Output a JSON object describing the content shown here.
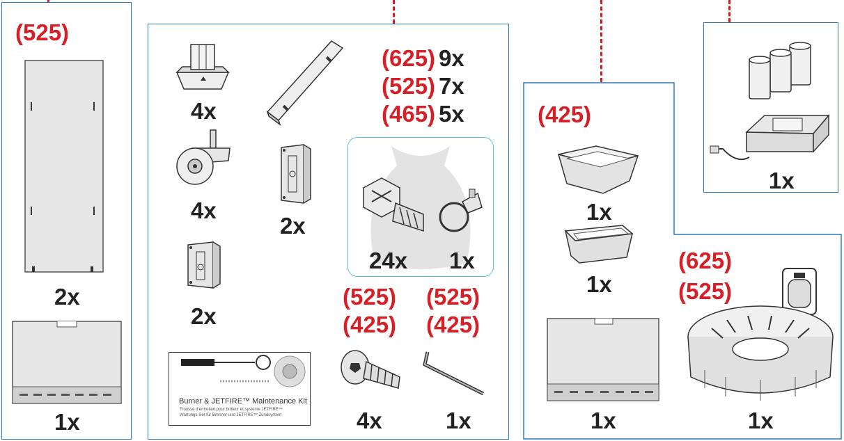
{
  "colors": {
    "frame": "#2a7ab8",
    "accent_red": "#d62027",
    "text": "#222222",
    "bag_outline": "#5bc7d0"
  },
  "icons": [
    "side-panel",
    "front-panel",
    "leg-socket",
    "caster-wheel",
    "angle-bracket",
    "bracket",
    "hardware-bag",
    "flange-screw",
    "wire-clip",
    "maintenance-kit",
    "button-head-bolt",
    "hex-key",
    "square-tray",
    "small-tray",
    "battery-pack",
    "burner-ring",
    "propane-tank"
  ],
  "left_panel": {
    "model_label": "(525)",
    "side_panel_qty": "2x",
    "front_panel_qty": "1x"
  },
  "center_panel": {
    "leg_socket_qty": "4x",
    "caster_qty": "4x",
    "upper_bracket_qty": "2x",
    "lower_bracket_qty": "2x",
    "angle_bracket_counts": [
      {
        "model": "(625)",
        "qty": "9x"
      },
      {
        "model": "(525)",
        "qty": "7x"
      },
      {
        "model": "(465)",
        "qty": "5x"
      }
    ],
    "bag": {
      "screw_qty": "24x",
      "clip_qty": "1x"
    },
    "bolt_models": [
      "(525)",
      "(425)"
    ],
    "bolt_qty": "4x",
    "hex_key_models": [
      "(525)",
      "(425)"
    ],
    "hex_key_qty": "1x",
    "kit": {
      "title": "Burner & JETFIRE™ Maintenance Kit",
      "subtitle_fr": "Trousse d’entretien pour brûleur et système JETFIRE™",
      "subtitle_de": "Wartungs-Set für Brenner und JETFIRE™ Zündsystem"
    }
  },
  "right_panel": {
    "model_label": "(425)",
    "tray_large_qty": "1x",
    "tray_small_qty": "1x",
    "front_panel_qty": "1x",
    "burner_models": [
      "(625)",
      "(525)"
    ],
    "burner_qty": "1x"
  },
  "battery_panel": {
    "qty": "1x"
  }
}
